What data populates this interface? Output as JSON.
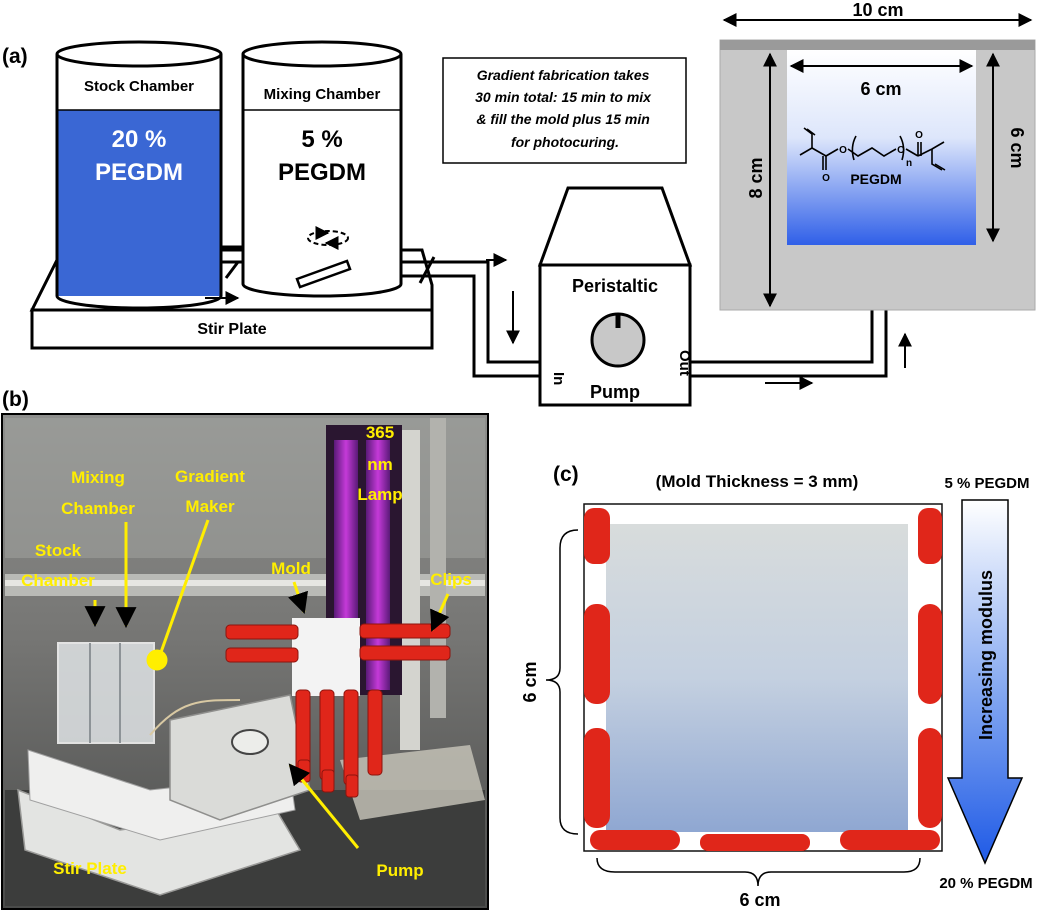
{
  "panel_labels": {
    "a": "(a)",
    "b": "(b)",
    "c": "(c)"
  },
  "panel_a": {
    "stock_chamber": {
      "title": "Stock Chamber",
      "value": "20 %",
      "compound": "PEGDM"
    },
    "mixing_chamber": {
      "title": "Mixing Chamber",
      "value": "5 %",
      "compound": "PEGDM"
    },
    "stir_plate": "Stir Plate",
    "note_lines": [
      "Gradient fabrication takes",
      "30 min total: 15 min to mix",
      "& fill the mold plus 15 min",
      "for photocuring."
    ],
    "pump": {
      "title": "Peristaltic",
      "subtitle": "Pump",
      "in_label": "In",
      "out_label": "Out"
    },
    "mold": {
      "outer_width": "10 cm",
      "inner_width": "6 cm",
      "outer_height": "8 cm",
      "inner_height": "6 cm",
      "compound": "PEGDM",
      "subscript": "n",
      "atom_o": "O"
    },
    "colors": {
      "stock_fill": "#3a67d4",
      "mold_gray": "#c8c8c8",
      "gradient_blue": "#2f5fe8"
    }
  },
  "panel_b": {
    "lamp_lines": [
      "365",
      "nm",
      "Lamp"
    ],
    "mixing_chamber_lines": [
      "Mixing",
      "Chamber"
    ],
    "gradient_maker_lines": [
      "Gradient",
      "Maker"
    ],
    "stock_chamber_lines": [
      "Stock",
      "Chamber"
    ],
    "mold": "Mold",
    "clips": "Clips",
    "stir_plate": "Stir Plate",
    "pump": "Pump",
    "colors": {
      "label_yellow": "#ffee00",
      "clip_red": "#e0261a"
    }
  },
  "panel_c": {
    "thickness": "(Mold Thickness = 3 mm)",
    "top_label": "5 % PEGDM",
    "bottom_label": "20 % PEGDM",
    "arrow_text": "Increasing modulus",
    "width_label": "6 cm",
    "height_label": "6 cm"
  }
}
